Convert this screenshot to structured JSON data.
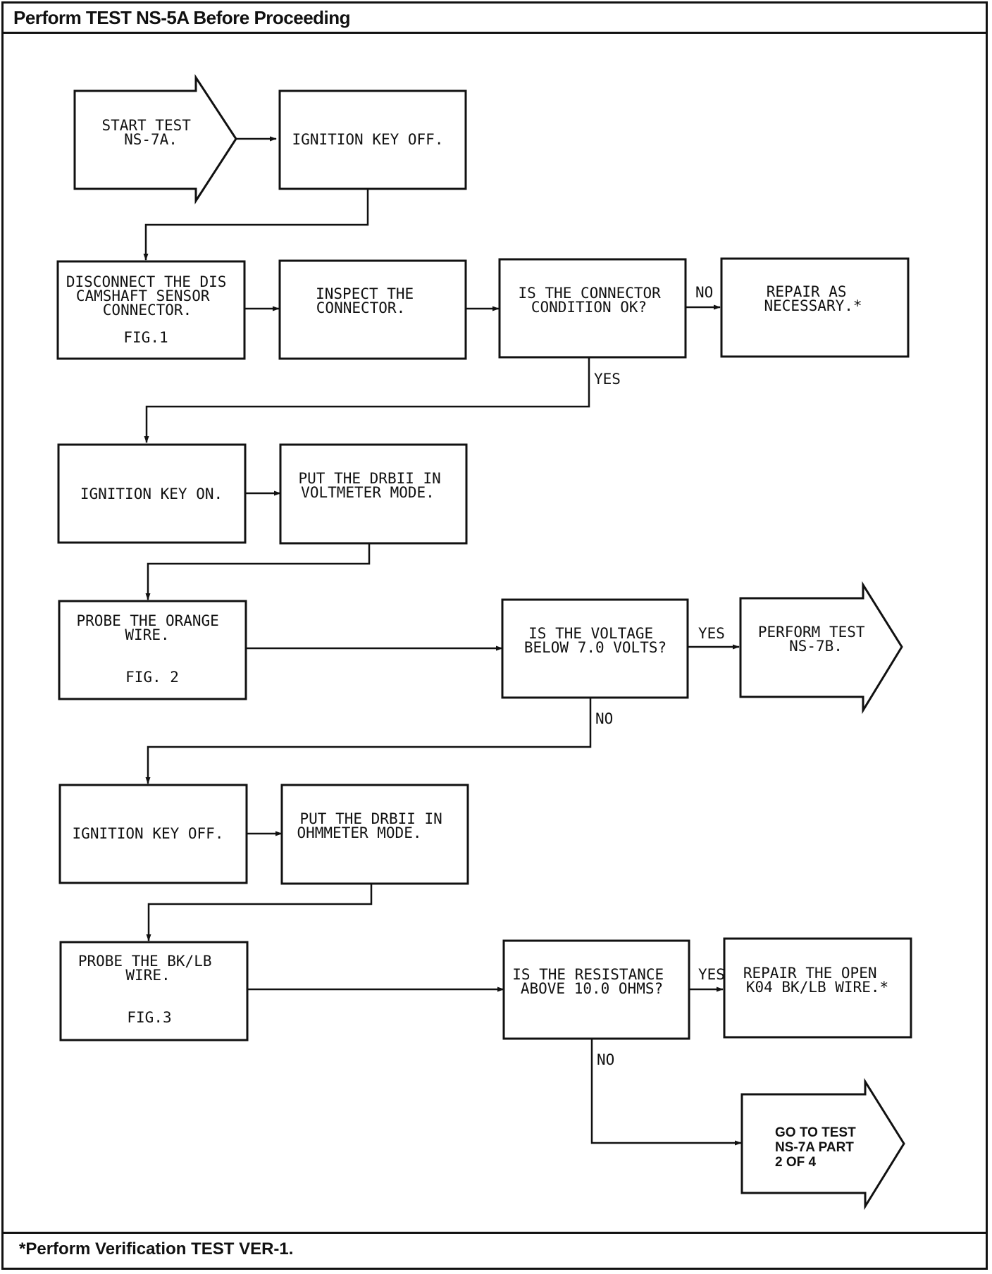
{
  "header": {
    "title": "Perform TEST NS-5A Before Proceeding"
  },
  "footer": {
    "note": "*Perform Verification TEST VER-1."
  },
  "nodes": {
    "start": {
      "lines": [
        "START TEST",
        "NS-7A."
      ]
    },
    "key_off_1": {
      "lines": [
        "IGNITION KEY OFF."
      ]
    },
    "disconnect": {
      "lines": [
        "DISCONNECT THE DIS",
        "CAMSHAFT SENSOR",
        "CONNECTOR."
      ],
      "fig": "FIG.1"
    },
    "inspect": {
      "lines": [
        "INSPECT THE",
        "CONNECTOR."
      ]
    },
    "connector_ok": {
      "lines": [
        "IS THE CONNECTOR",
        "CONDITION OK?"
      ]
    },
    "repair_as_necessary": {
      "lines": [
        "REPAIR AS",
        "NECESSARY.*"
      ]
    },
    "key_on": {
      "lines": [
        "IGNITION KEY ON."
      ]
    },
    "volt_mode": {
      "lines": [
        "PUT THE DRBII IN",
        "VOLTMETER MODE."
      ]
    },
    "probe_orange": {
      "lines": [
        "PROBE THE ORANGE",
        "WIRE."
      ],
      "fig": "FIG. 2"
    },
    "voltage_below": {
      "lines": [
        "IS THE VOLTAGE",
        "BELOW 7.0 VOLTS?"
      ]
    },
    "perform_7b": {
      "lines": [
        "PERFORM TEST",
        "NS-7B."
      ]
    },
    "key_off_2": {
      "lines": [
        "IGNITION KEY OFF."
      ]
    },
    "ohm_mode": {
      "lines": [
        "PUT THE DRBII IN",
        "OHMMETER MODE."
      ]
    },
    "probe_bklb": {
      "lines": [
        "PROBE THE BK/LB",
        "WIRE."
      ],
      "fig": "FIG.3"
    },
    "resistance_above": {
      "lines": [
        "IS THE RESISTANCE",
        "ABOVE 10.0 OHMS?"
      ]
    },
    "repair_open": {
      "lines": [
        "REPAIR THE OPEN",
        "K04 BK/LB WIRE.*"
      ]
    },
    "go_to_test": {
      "lines": [
        "GO TO TEST",
        "NS-7A PART",
        "2 OF 4"
      ]
    }
  },
  "edge_labels": {
    "connector_no": "NO",
    "connector_yes": "YES",
    "voltage_yes": "YES",
    "voltage_no": "NO",
    "resistance_yes": "YES",
    "resistance_no": "NO"
  }
}
